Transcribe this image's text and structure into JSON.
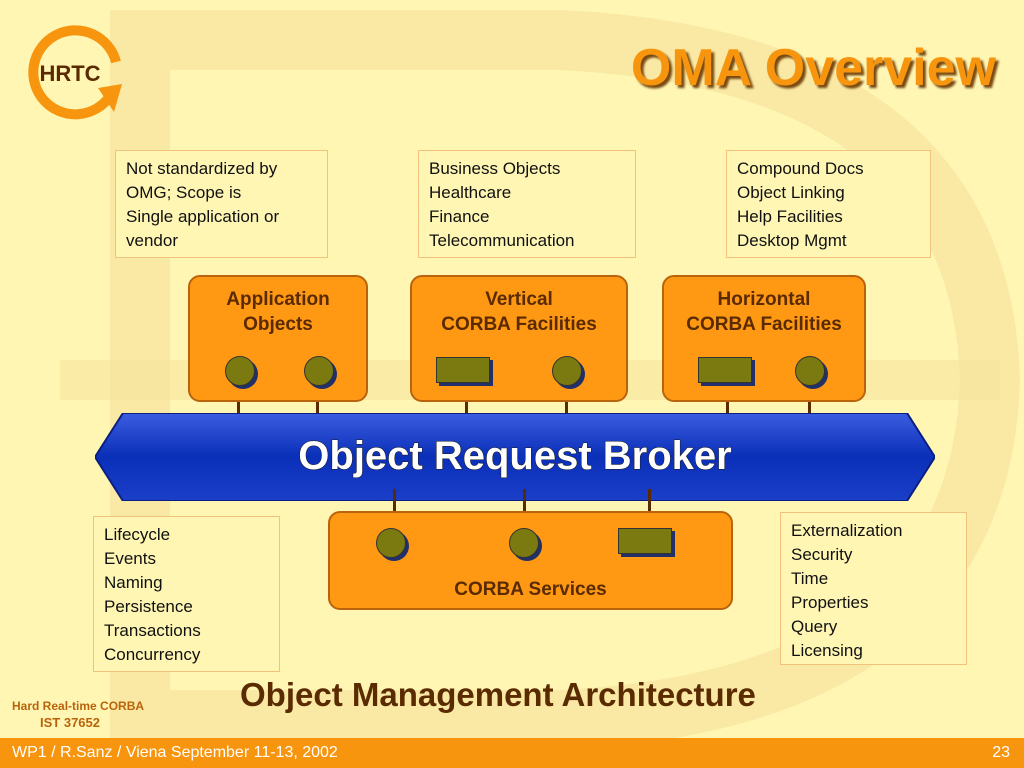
{
  "logo": {
    "text": "HRTC"
  },
  "title": "OMA Overview",
  "top_notes": {
    "app": [
      "Not standardized by",
      "OMG; Scope is",
      "Single application or",
      "vendor"
    ],
    "vertical": [
      "Business Objects",
      "Healthcare",
      "Finance",
      "Telecommunication"
    ],
    "horizontal": [
      "Compound Docs",
      "Object Linking",
      "Help Facilities",
      "Desktop Mgmt"
    ]
  },
  "boxes": {
    "application": [
      "Application",
      "Objects"
    ],
    "vertical": [
      "Vertical",
      "CORBA Facilities"
    ],
    "horizontal": [
      "Horizontal",
      "CORBA Facilities"
    ],
    "services": "CORBA Services"
  },
  "orb": "Object Request Broker",
  "bottom_notes": {
    "left": [
      "Lifecycle",
      "Events",
      "Naming",
      "Persistence",
      "Transactions",
      "Concurrency"
    ],
    "right": [
      "Externalization",
      "Security",
      "Time",
      "Properties",
      "Query",
      "Licensing"
    ]
  },
  "caption": "Object Management Architecture",
  "project": {
    "line1": "Hard Real-time CORBA",
    "line2": "IST 37652"
  },
  "footer": {
    "left": "WP1 / R.Sanz / Viena September 11-13, 2002",
    "page": "23"
  },
  "colors": {
    "background": "#FFF6B4",
    "orange": "#FF9914",
    "orb_blue": "#0A2FB8",
    "brown": "#5A2A00"
  }
}
